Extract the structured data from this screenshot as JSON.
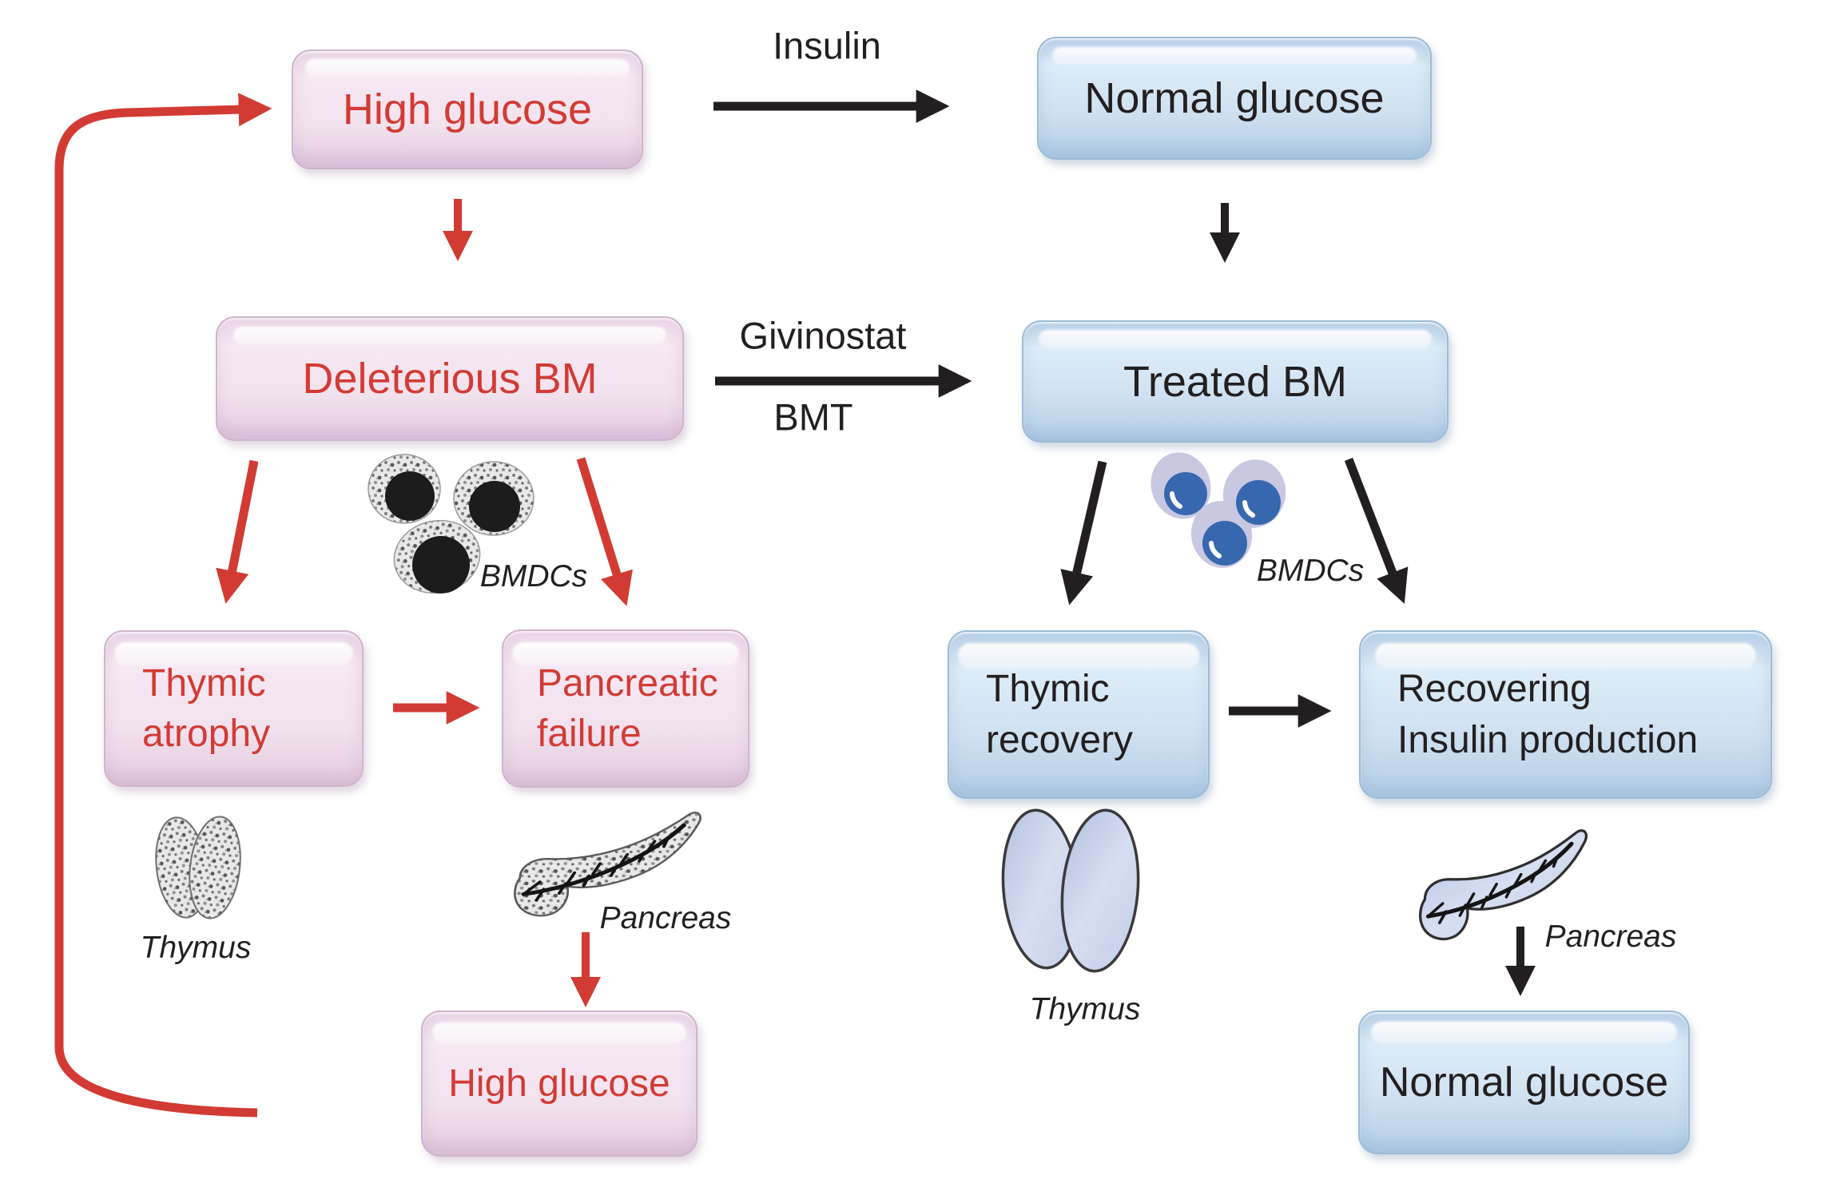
{
  "diagram": {
    "title_implicit": "Diabetes bone-marrow transplant pathway diagram",
    "colors": {
      "background": "#ffffff",
      "red_accent": "#d23b34",
      "black": "#231f20",
      "pink_box_fill": "#f2e2ee",
      "pink_box_border": "#cfb4cd",
      "blue_box_fill": "#cfe1f1",
      "blue_box_border": "#9cbbd6",
      "cell_nucleus_blue": "#3767ae",
      "cell_halo_lavender": "#c9c8e2",
      "cell_nucleus_black": "#1c1c1c",
      "organ_gray": "#e6e6e6",
      "organ_blue": "#c6d1ea"
    },
    "boxes": {
      "hg_top": {
        "label": "High glucose"
      },
      "ng_top": {
        "label": "Normal glucose"
      },
      "del_bm": {
        "label": "Deleterious BM"
      },
      "tr_bm": {
        "label": "Treated BM"
      },
      "thy_atr": {
        "line1": "Thymic",
        "line2": "atrophy"
      },
      "pan_fail": {
        "line1": "Pancreatic",
        "line2": "failure"
      },
      "thy_rec": {
        "line1": "Thymic",
        "line2": "recovery"
      },
      "rec_ins": {
        "line1": "Recovering",
        "line2": "Insulin production"
      },
      "hg_bottom": {
        "label": "High glucose"
      },
      "ng_bottom": {
        "label": "Normal glucose"
      }
    },
    "arrow_labels": {
      "insulin": "Insulin",
      "givinostat": "Givinostat",
      "bmt": "BMT"
    },
    "icon_labels": {
      "bmdcs_left": "BMDCs",
      "bmdcs_right": "BMDCs",
      "thymus_left": "Thymus",
      "thymus_right": "Thymus",
      "pancreas_left": "Pancreas",
      "pancreas_right": "Pancreas"
    },
    "arrows": [
      {
        "from": "High glucose (top)",
        "to": "Normal glucose (top)",
        "label": "Insulin",
        "color": "black"
      },
      {
        "from": "High glucose (top)",
        "to": "Deleterious BM",
        "color": "red"
      },
      {
        "from": "Normal glucose (top)",
        "to": "Treated BM",
        "color": "black"
      },
      {
        "from": "Deleterious BM",
        "to": "Treated BM",
        "label": "Givinostat BMT",
        "color": "black"
      },
      {
        "from": "Deleterious BM",
        "to": "Thymic atrophy",
        "color": "red"
      },
      {
        "from": "Deleterious BM",
        "to": "Pancreatic failure",
        "color": "red"
      },
      {
        "from": "Treated BM",
        "to": "Thymic recovery",
        "color": "black"
      },
      {
        "from": "Treated BM",
        "to": "Recovering Insulin production",
        "color": "black"
      },
      {
        "from": "Thymic atrophy",
        "to": "Pancreatic failure",
        "color": "red"
      },
      {
        "from": "Thymic recovery",
        "to": "Recovering Insulin production",
        "color": "black"
      },
      {
        "from": "Pancreatic failure (Pancreas)",
        "to": "High glucose (bottom)",
        "color": "red"
      },
      {
        "from": "Recovering Insulin production (Pancreas)",
        "to": "Normal glucose (bottom)",
        "color": "black"
      },
      {
        "from": "High glucose (bottom)",
        "to": "High glucose (top)",
        "color": "red",
        "type": "feedback-loop"
      }
    ]
  }
}
